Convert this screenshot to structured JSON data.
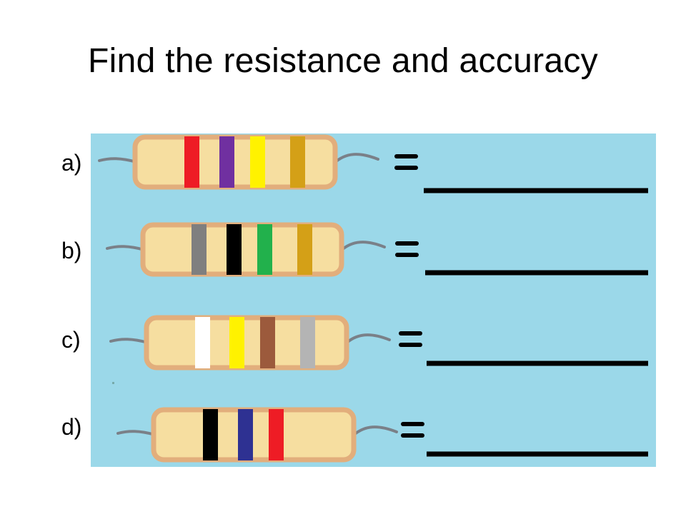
{
  "slide": {
    "title": "Find the resistance and accuracy"
  },
  "colors": {
    "panel_background": "#9bd8e9",
    "resistor_body": "#f6dea0",
    "resistor_outline": "#e2ae7c",
    "lead_wire": "#7a8088",
    "band_red": "#ee1c25",
    "band_violet": "#7030a0",
    "band_yellow": "#fff200",
    "band_gold": "#d4a017",
    "band_grey": "#7f7f7f",
    "band_black": "#000000",
    "band_green": "#22b14c",
    "band_white": "#ffffff",
    "band_brown": "#9c5a3c",
    "band_silver": "#b4b4b4",
    "band_blue": "#2e3192"
  },
  "resistors": [
    {
      "label": "a)",
      "bands": [
        "red",
        "violet",
        "yellow",
        "gold"
      ],
      "answer": ""
    },
    {
      "label": "b)",
      "bands": [
        "grey",
        "black",
        "green",
        "gold"
      ],
      "answer": ""
    },
    {
      "label": "c)",
      "bands": [
        "white",
        "yellow",
        "brown",
        "silver"
      ],
      "answer": ""
    },
    {
      "label": "d)",
      "bands": [
        "black",
        "blue",
        "red"
      ],
      "answer": ""
    }
  ]
}
